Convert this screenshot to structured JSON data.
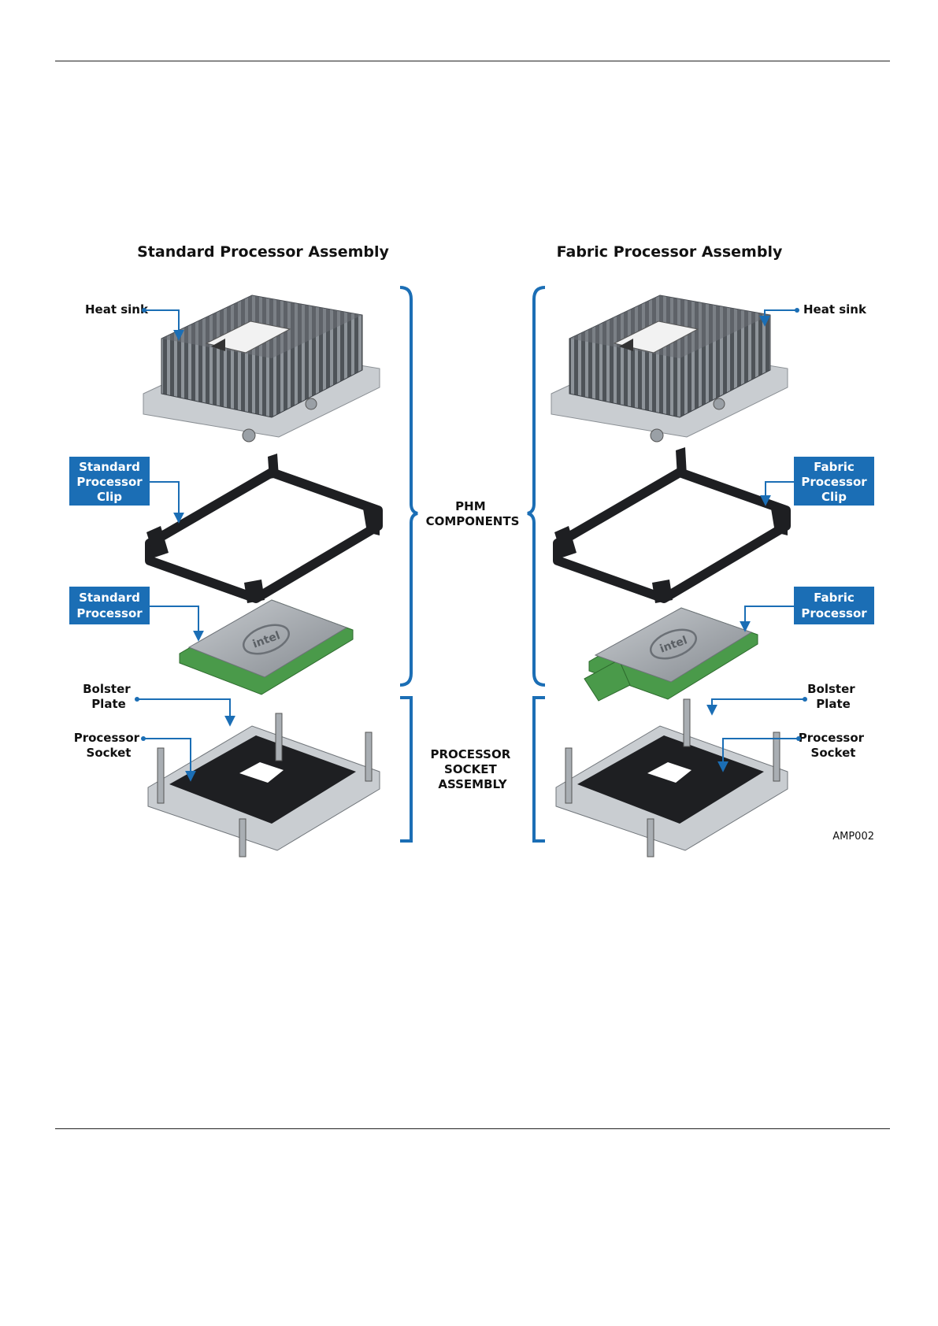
{
  "titles": {
    "standard": "Standard Processor Assembly",
    "fabric": "Fabric Processor Assembly"
  },
  "labels": {
    "heat_sink": "Heat sink",
    "standard_clip": [
      "Standard",
      "Processor",
      "Clip"
    ],
    "fabric_clip": [
      "Fabric",
      "Processor",
      "Clip"
    ],
    "standard_processor": [
      "Standard",
      "Processor"
    ],
    "fabric_processor": [
      "Fabric",
      "Processor"
    ],
    "bolster_plate": [
      "Bolster",
      "Plate"
    ],
    "processor_socket": [
      "Processor",
      "Socket"
    ]
  },
  "groups": {
    "phm": [
      "PHM",
      "COMPONENTS"
    ],
    "socket_assembly": [
      "PROCESSOR",
      "SOCKET",
      "ASSEMBLY"
    ]
  },
  "figure_id": "AMP002",
  "chip_logo": "intel",
  "colors": {
    "accent_blue": "#1b6eb5",
    "pcb_green": "#4a9a4a",
    "ihs_gray": "#9ea3a8",
    "metal": "#c9cdd1",
    "fins": "#5b6066",
    "carrier_black": "#1e1f22"
  }
}
